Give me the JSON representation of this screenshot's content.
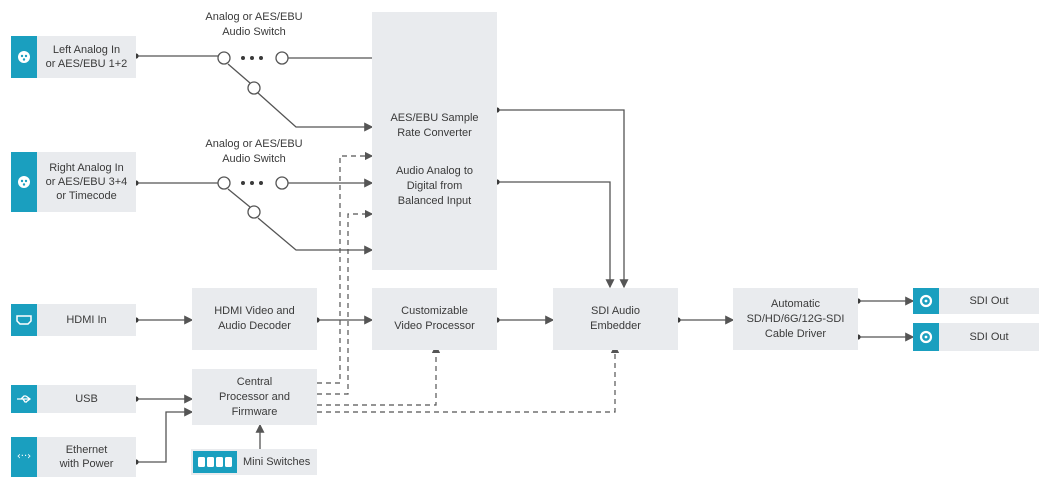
{
  "switches": {
    "top_label": "Analog or AES/EBU\nAudio Switch",
    "bottom_label": "Analog or AES/EBU\nAudio Switch"
  },
  "inputs": {
    "left_analog": "Left Analog In\nor AES/EBU 1+2",
    "right_analog": "Right Analog In\nor AES/EBU 3+4\nor Timecode",
    "hdmi_in": "HDMI In",
    "usb": "USB",
    "ethernet": "Ethernet\nwith Power"
  },
  "blocks": {
    "audio_converter_top": "AES/EBU Sample\nRate Converter",
    "audio_converter_bottom": "Audio Analog to\nDigital from\nBalanced Input",
    "hdmi_decoder": "HDMI Video and\nAudio Decoder",
    "video_processor": "Customizable\nVideo Processor",
    "sdi_embedder": "SDI Audio\nEmbedder",
    "cable_driver": "Automatic\nSD/HD/6G/12G-SDI\nCable Driver",
    "cpu": "Central\nProcessor and\nFirmware",
    "mini_switches": "Mini Switches"
  },
  "outputs": {
    "sdi_out_1": "SDI Out",
    "sdi_out_2": "SDI Out"
  },
  "colors": {
    "accent": "#1a9fbf",
    "box": "#e9ebee",
    "wire": "#555555"
  },
  "icons": {
    "xlr": "xlr-connector-icon",
    "hdmi": "hdmi-port-icon",
    "usb": "usb-icon",
    "ethernet": "ethernet-icon",
    "sdi": "bnc-connector-icon",
    "dip": "dip-switch-icon"
  }
}
